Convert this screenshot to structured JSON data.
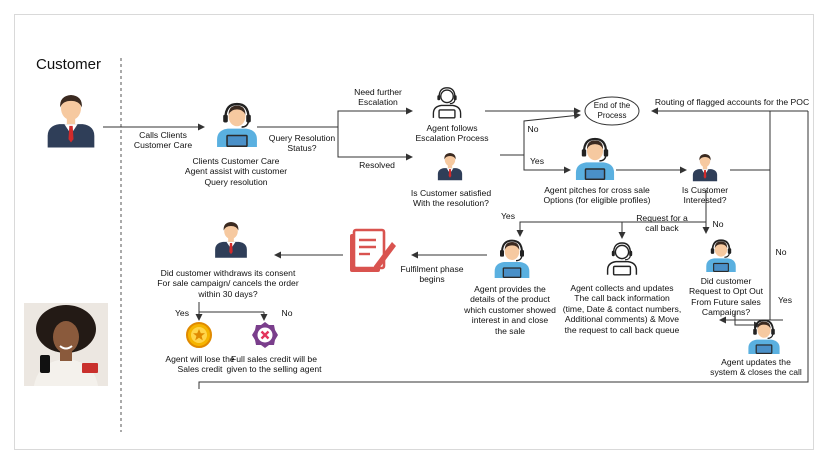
{
  "title": "Customer",
  "end_node": "End of the\nProcess",
  "labels": {
    "calls": "Calls Clients\nCustomer Care",
    "agent_assist": "Clients Customer Care\nAgent assist with customer\nQuery resolution",
    "query_status": "Query Resolution\nStatus?",
    "need_escalation": "Need further\nEscalation",
    "resolved": "Resolved",
    "escalation_process": "Agent follows\nEscalation Process",
    "routing": "Routing of flagged accounts for the POC",
    "no_1": "No",
    "yes_1": "Yes",
    "satisfied": "Is Customer satisfied\nWith the resolution?",
    "cross_sale": "Agent pitches for cross sale\nOptions (for eligible profiles)",
    "interested": "Is Customer\nInterested?",
    "yes_2": "Yes",
    "callback": "Request for a\ncall back",
    "no_2": "No",
    "no_3": "No",
    "yes_3": "Yes",
    "withdraw": "Did customer withdraws its consent\nFor sale campaign/ cancels the order\nwithin 30 days?",
    "fulfilment": "Fulfilment phase\nbegins",
    "product_details": "Agent provides the\ndetails of the product\nwhich customer showed\ninterest in and close\nthe sale",
    "collect": "Agent collects and updates\nThe call back information\n(time, Date & contact numbers,\nAdditional comments) & Move\nthe request to call back queue",
    "opt_out": "Did customer\nRequest to Opt Out\nFrom Future sales\nCampaigns?",
    "yes_4": "Yes",
    "no_4": "No",
    "lose_credit": "Agent will lose the\nSales credit",
    "full_credit": "Full sales credit will be\ngiven to the selling agent",
    "agent_updates": "Agent updates the\nsystem & closes the call"
  },
  "colors": {
    "line": "#333333",
    "skin": "#f6c9a0",
    "suit": "#2f3e58",
    "hair": "#3b2a20",
    "tie": "#d22b2b",
    "agent_shirt": "#5ab0e0",
    "document": "#d9534f",
    "coin": "#f5b400",
    "cancel": "#7a3e8c"
  },
  "icons": [
    "customer-person-icon",
    "headset-agent-icon",
    "document-icon",
    "coin-star-icon",
    "cancel-badge-icon",
    "customer-photo"
  ]
}
